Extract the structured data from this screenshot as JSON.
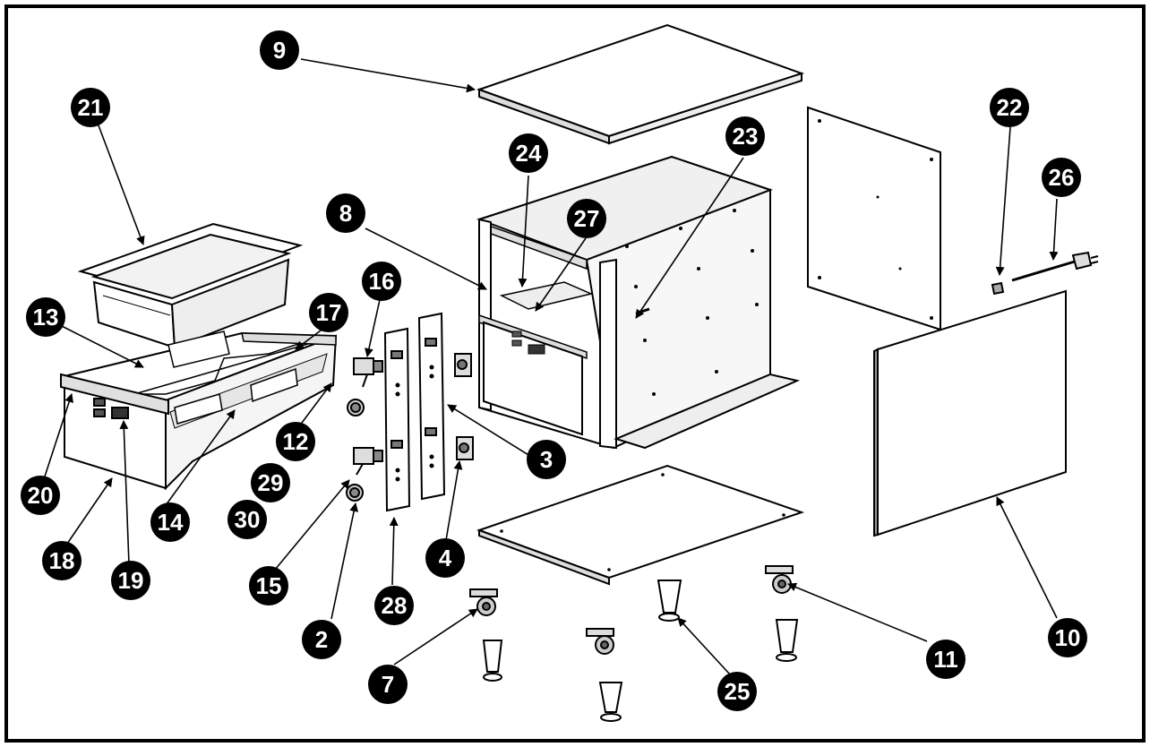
{
  "callouts": {
    "c1": "2",
    "c2": "3",
    "c3": "4",
    "c4": "7",
    "c5": "8",
    "c6": "9",
    "c7": "10",
    "c8": "11",
    "c9": "12",
    "c10": "13",
    "c11": "14",
    "c12": "15",
    "c13": "16",
    "c14": "17",
    "c15": "18",
    "c16": "19",
    "c17": "20",
    "c18": "21",
    "c19": "22",
    "c20": "23",
    "c21": "24",
    "c22": "25",
    "c23": "26",
    "c24": "27",
    "c25": "28",
    "c26": "29",
    "c27": "30"
  },
  "colors": {
    "outline": "#000000",
    "panel": "#ffffff",
    "shade": "#e6e6e6",
    "dark": "#555555"
  }
}
